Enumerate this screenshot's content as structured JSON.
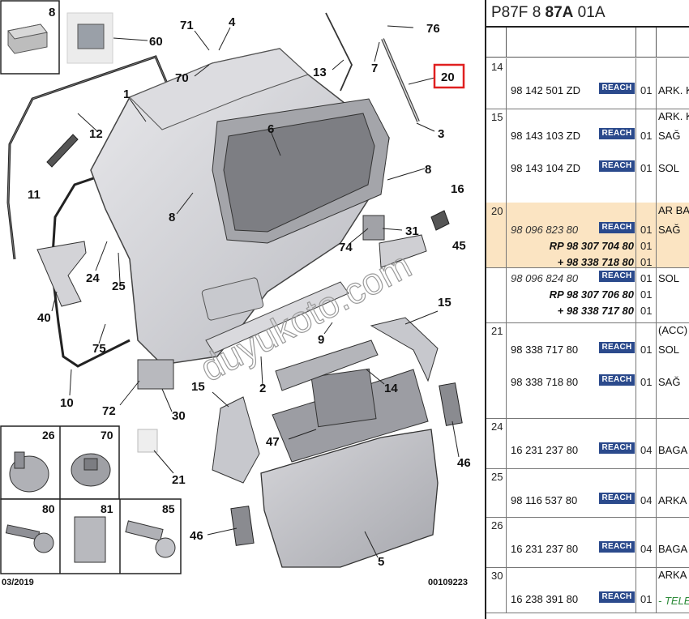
{
  "diagram": {
    "callouts": [
      {
        "id": "c8",
        "label": "8"
      },
      {
        "id": "c71",
        "label": "71"
      },
      {
        "id": "c4",
        "label": "4"
      },
      {
        "id": "c76",
        "label": "76"
      },
      {
        "id": "c60",
        "label": "60"
      },
      {
        "id": "c70",
        "label": "70"
      },
      {
        "id": "c13",
        "label": "13"
      },
      {
        "id": "c7",
        "label": "7"
      },
      {
        "id": "c20",
        "label": "20"
      },
      {
        "id": "c1",
        "label": "1"
      },
      {
        "id": "c12",
        "label": "12"
      },
      {
        "id": "c6",
        "label": "6"
      },
      {
        "id": "c3",
        "label": "3"
      },
      {
        "id": "c11",
        "label": "11"
      },
      {
        "id": "c8b",
        "label": "8"
      },
      {
        "id": "c8c",
        "label": "8"
      },
      {
        "id": "c16",
        "label": "16"
      },
      {
        "id": "c31",
        "label": "31"
      },
      {
        "id": "c74",
        "label": "74"
      },
      {
        "id": "c45",
        "label": "45"
      },
      {
        "id": "c24",
        "label": "24"
      },
      {
        "id": "c25",
        "label": "25"
      },
      {
        "id": "c40",
        "label": "40"
      },
      {
        "id": "c75",
        "label": "75"
      },
      {
        "id": "c9",
        "label": "9"
      },
      {
        "id": "c15a",
        "label": "15"
      },
      {
        "id": "c14",
        "label": "14"
      },
      {
        "id": "c2",
        "label": "2"
      },
      {
        "id": "c10",
        "label": "10"
      },
      {
        "id": "c72",
        "label": "72"
      },
      {
        "id": "c30",
        "label": "30"
      },
      {
        "id": "c15b",
        "label": "15"
      },
      {
        "id": "c47",
        "label": "47"
      },
      {
        "id": "c46a",
        "label": "46"
      },
      {
        "id": "c21",
        "label": "21"
      },
      {
        "id": "c46b",
        "label": "46"
      },
      {
        "id": "c5",
        "label": "5"
      }
    ],
    "insets": [
      {
        "id": "i26",
        "label": "26"
      },
      {
        "id": "i70",
        "label": "70"
      },
      {
        "id": "i80",
        "label": "80"
      },
      {
        "id": "i81",
        "label": "81"
      },
      {
        "id": "i85",
        "label": "85"
      }
    ],
    "watermark": "duyukoto.com",
    "footer_date": "03/2019",
    "footer_code": "00109223"
  },
  "panel": {
    "header_prefix": "P87F 8 ",
    "header_bold": "87A",
    "header_suffix": " 01A",
    "badge_label": "REACH",
    "rows": [
      {
        "ref": "14",
        "highlight": false,
        "height": 62,
        "lines": [
          {
            "pn": "98 142 501 ZD",
            "style": "normal",
            "badge": true,
            "qty": "01",
            "desc": "ARK. K"
          }
        ]
      },
      {
        "ref": "15",
        "highlight": false,
        "height": 116,
        "lines": [
          {
            "pn": "98 143 103 ZD",
            "style": "normal",
            "badge": true,
            "qty": "01",
            "desc": "SAĞ",
            "desc_top": "ARK. K"
          },
          {
            "pn": "98 143 104 ZD",
            "style": "normal",
            "badge": true,
            "qty": "01",
            "desc": "SOL"
          }
        ]
      },
      {
        "ref": "20",
        "highlight": true,
        "height": 80,
        "lines": [
          {
            "pn": "98 096 823 80",
            "style": "italic",
            "badge": true,
            "qty": "01",
            "desc": "SAĞ",
            "desc_top": "AR BA"
          },
          {
            "pn": "RP 98 307 704 80",
            "style": "bold",
            "badge": false,
            "qty": "01",
            "desc": ""
          },
          {
            "pn": "+ 98 338 718 80",
            "style": "bold",
            "badge": false,
            "qty": "01",
            "desc": ""
          }
        ]
      },
      {
        "ref": "",
        "highlight": false,
        "height": 68,
        "lines": [
          {
            "pn": "98 096 824 80",
            "style": "italic",
            "badge": true,
            "qty": "01",
            "desc": "SOL"
          },
          {
            "pn": "RP 98 307 706 80",
            "style": "bold",
            "badge": false,
            "qty": "01",
            "desc": ""
          },
          {
            "pn": "+ 98 338 717 80",
            "style": "bold",
            "badge": false,
            "qty": "01",
            "desc": ""
          }
        ]
      },
      {
        "ref": "21",
        "highlight": false,
        "height": 118,
        "lines": [
          {
            "pn": "98 338 717 80",
            "style": "normal",
            "badge": true,
            "qty": "01",
            "desc": "SOL",
            "desc_top": "(ACC)"
          },
          {
            "pn": "98 338 718 80",
            "style": "normal",
            "badge": true,
            "qty": "01",
            "desc": "SAĞ"
          }
        ]
      },
      {
        "ref": "24",
        "highlight": false,
        "height": 62,
        "lines": [
          {
            "pn": "16 231 237 80",
            "style": "normal",
            "badge": true,
            "qty": "04",
            "desc": "BAGA"
          }
        ]
      },
      {
        "ref": "25",
        "highlight": false,
        "height": 60,
        "lines": [
          {
            "pn": "98 116 537 80",
            "style": "normal",
            "badge": true,
            "qty": "04",
            "desc": "ARKA"
          }
        ]
      },
      {
        "ref": "26",
        "highlight": false,
        "height": 62,
        "lines": [
          {
            "pn": "16 231 237 80",
            "style": "normal",
            "badge": true,
            "qty": "04",
            "desc": "BAGA"
          }
        ]
      },
      {
        "ref": "30",
        "highlight": false,
        "height": 56,
        "lines": [
          {
            "pn": "16 238 391 80",
            "style": "normal",
            "badge": true,
            "qty": "01",
            "desc": "- TELE",
            "desc_top": "ARKA",
            "green": true
          }
        ]
      }
    ]
  }
}
